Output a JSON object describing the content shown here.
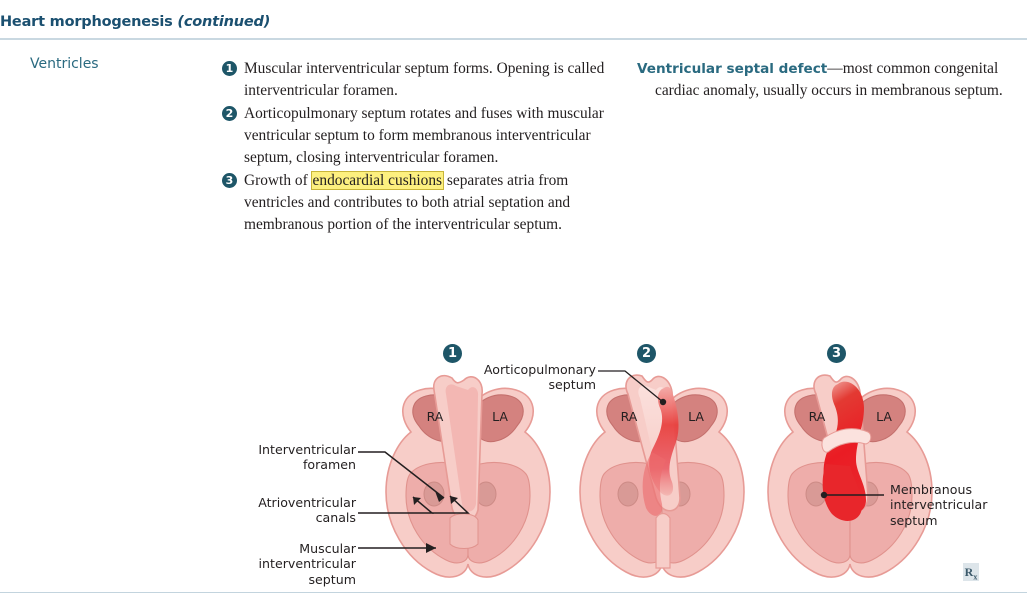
{
  "header": {
    "title_main": "Heart morphogenesis ",
    "title_continued": "(continued)"
  },
  "row": {
    "label": "Ventricles"
  },
  "middle_column": {
    "items": [
      {
        "number": "1",
        "text": "Muscular interventricular septum forms. Opening is called interventricular foramen."
      },
      {
        "number": "2",
        "text": "Aorticopulmonary septum rotates and fuses with muscular ventricular septum to form membranous interventricular septum, closing interventricular foramen."
      },
      {
        "number": "3",
        "text_before": "Growth of ",
        "highlight": "endocardial cushions",
        "text_after": " separates atria from ventricles and contributes to both atrial septation and membranous portion of the interventricular septum."
      }
    ]
  },
  "right_column": {
    "lead": "Ventricular septal defect",
    "body": "—most common congenital cardiac anomaly, usually occurs in membranous septum."
  },
  "figure": {
    "panel_numbers": [
      "1",
      "2",
      "3"
    ],
    "labels": [
      {
        "name": "interventricular-foramen",
        "text": "Interventricular\nforamen"
      },
      {
        "name": "atrioventricular-canals",
        "text": "Atrioventricular\ncanals"
      },
      {
        "name": "muscular-interventricular-septum",
        "text": "Muscular\ninterventricular\nseptum"
      },
      {
        "name": "aorticopulmonary-septum",
        "text": "Aorticopulmonary\nseptum"
      },
      {
        "name": "membranous-interventricular-septum",
        "text": "Membranous\ninterventricular\nseptum"
      }
    ],
    "chamber_labels": [
      "RA",
      "LA"
    ],
    "rx_badge": "R",
    "rx_badge_sub": "x"
  },
  "colors": {
    "heading_blue": "#1b5070",
    "label_teal": "#2a6a80",
    "badge_navy": "#1e5668",
    "rule": "#c3d4de",
    "highlight": "#fdf07f",
    "myocardium_outer": "#f7cdc8",
    "myocardium_mid": "#f3b7b3",
    "atrium_fill": "#d4827f",
    "ventricle_fill": "#eeadaa",
    "septum_red": "#e8202a",
    "outline": "#e79b96"
  }
}
